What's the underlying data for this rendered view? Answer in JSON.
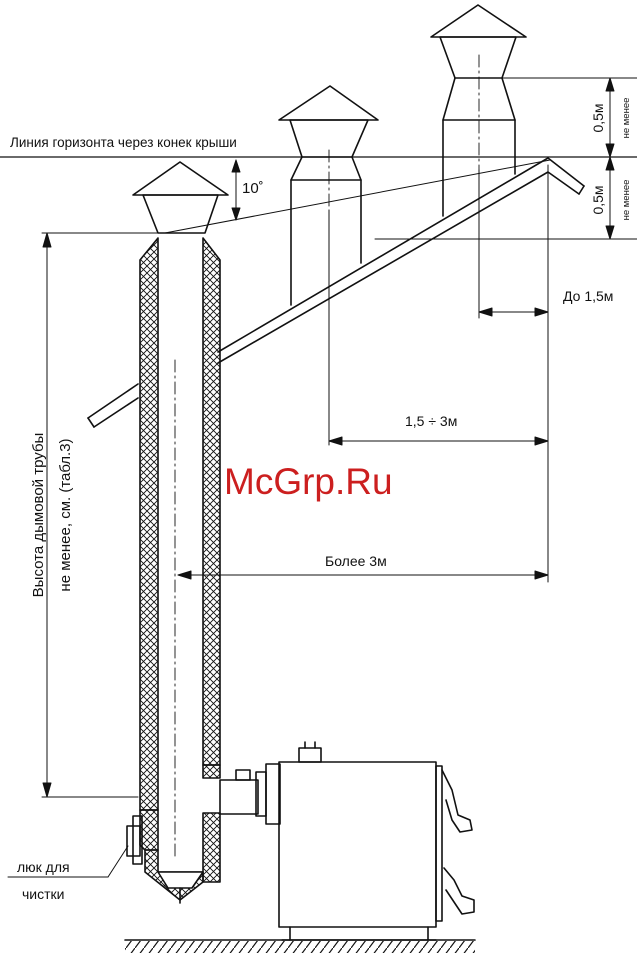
{
  "labels": {
    "horizon_line": "Линия горизонта через конек крыши",
    "angle": "10˚",
    "height_top": "0,5м",
    "height_top_note": "не менее",
    "height_bottom": "0,5м",
    "height_bottom_note": "не менее",
    "dist_near": "До 1,5м",
    "dist_mid": "1,5 ÷ 3м",
    "dist_far": "Более 3м",
    "vertical_line1": "Высота дымовой трубы",
    "vertical_line2": "не менее, см. (табл.3)",
    "cleanout_line1": "люк для",
    "cleanout_line2": "чистки"
  },
  "watermark": "McGrp.Ru",
  "colors": {
    "line": "#111111",
    "watermark": "#cc1f1f"
  }
}
